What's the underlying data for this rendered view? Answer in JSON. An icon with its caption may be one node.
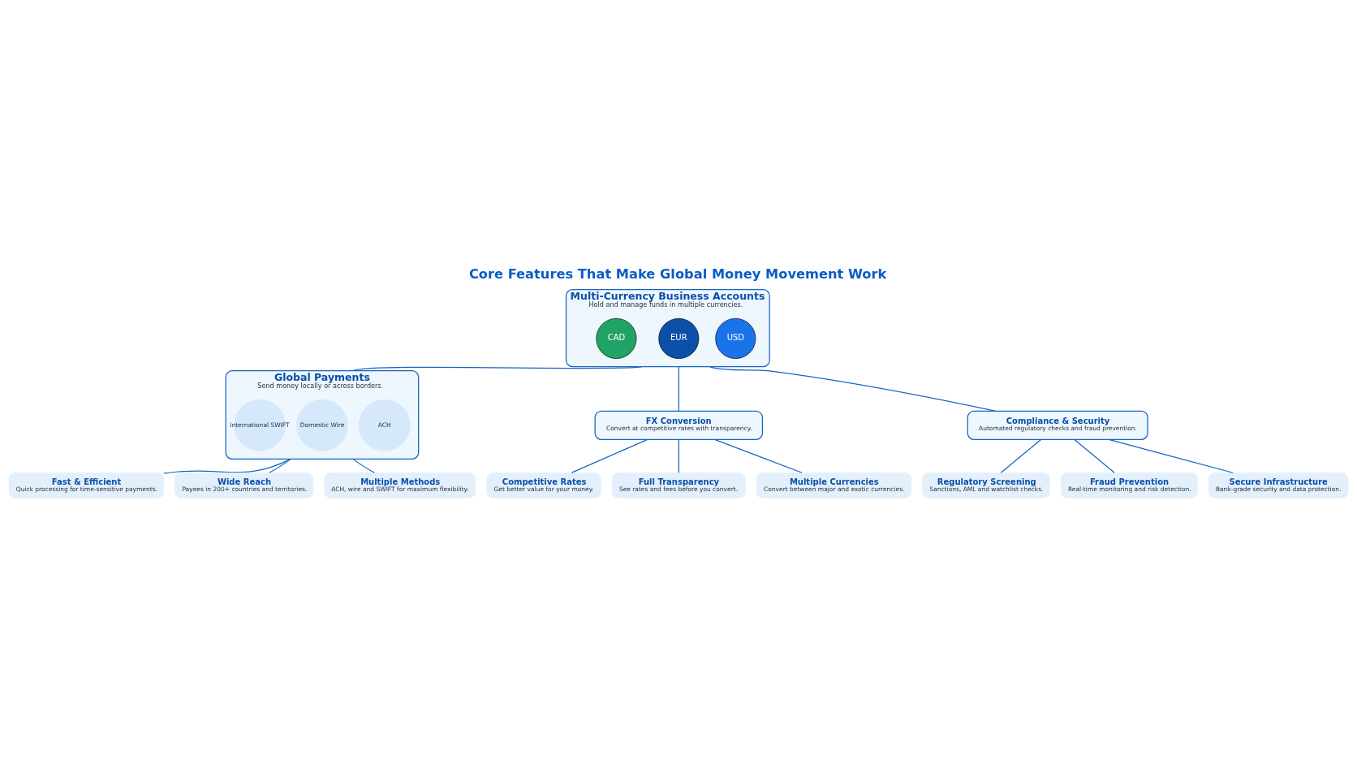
{
  "diagram": {
    "title": "Core Features That Make Global Money Movement Work",
    "nodes": [
      {
        "text": [
          "Multi-Currency Business Accounts",
          "Hold and manage funds in multiple currencies."
        ]
      },
      {
        "text": [
          "USD"
        ],
        "in": 0
      },
      {
        "text": [
          "EUR"
        ],
        "in": 0
      },
      {
        "text": [
          "CAD"
        ],
        "in": 0
      },
      {
        "text": [
          "Global Payments",
          "Send money locally or across borders."
        ]
      },
      {
        "text": [
          "ACH"
        ],
        "in": 4
      },
      {
        "text": [
          "Domestic Wire"
        ],
        "in": 4
      },
      {
        "text": [
          "International SWIFT"
        ],
        "in": 4
      },
      {
        "text": [
          "FX Conversion",
          "Convert at competitive rates with transparency."
        ]
      },
      {
        "text": [
          "Compliance & Security",
          "Automated regulatory checks and fraud prevention."
        ]
      },
      {
        "text": [
          "Fast & Efficient",
          "Quick processing for time-sensitive payments."
        ]
      },
      {
        "text": [
          "Wide Reach",
          "Payees in 200+ countries and territories."
        ]
      },
      {
        "text": [
          "Multiple Methods",
          "ACH, wire and SWIFT for maximum flexibility."
        ]
      },
      {
        "text": [
          "Competitive Rates",
          "Get better value for your money."
        ]
      },
      {
        "text": [
          "Full Transparency",
          "See rates and fees before you convert."
        ]
      },
      {
        "text": [
          "Multiple Currencies",
          "Convert between major and exotic currencies."
        ]
      },
      {
        "text": [
          "Regulatory Screening",
          "Sanctions, AML and watchlist checks."
        ]
      },
      {
        "text": [
          "Fraud Prevention",
          "Real-time monitoring and risk detection."
        ]
      },
      {
        "text": [
          "Secure Infrastructure",
          "Bank-grade security and data protection."
        ]
      }
    ],
    "edges": [
      {
        "from": 0,
        "to": 4,
        "arrow": "none"
      },
      {
        "from": 0,
        "to": 8,
        "arrow": "none"
      },
      {
        "from": 0,
        "to": 9,
        "arrow": "none"
      },
      {
        "from": 4,
        "to": 10,
        "arrow": "none"
      },
      {
        "from": 4,
        "to": 11,
        "arrow": "none"
      },
      {
        "from": 4,
        "to": 12,
        "arrow": "none"
      },
      {
        "from": 8,
        "to": 13,
        "arrow": "none"
      },
      {
        "from": 8,
        "to": 14,
        "arrow": "none"
      },
      {
        "from": 8,
        "to": 15,
        "arrow": "none"
      },
      {
        "from": 9,
        "to": 16,
        "arrow": "none"
      },
      {
        "from": 9,
        "to": 17,
        "arrow": "none"
      },
      {
        "from": 9,
        "to": 18,
        "arrow": "none"
      }
    ]
  }
}
